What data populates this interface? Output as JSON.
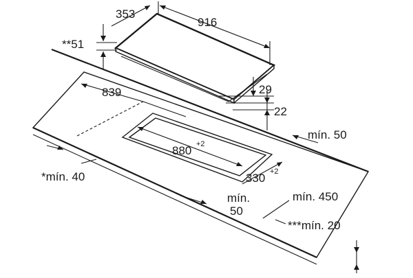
{
  "dimensions": {
    "hob_depth": "353",
    "hob_width": "916",
    "edge_height": "**51",
    "cutout_offset": "839",
    "hob_thickness": "29",
    "gap_height": "22",
    "min_rear": "mín. 50",
    "cutout_width": "880",
    "cutout_width_tol": "+2",
    "cutout_depth": "330",
    "cutout_depth_tol": "+2",
    "min_side": "*mín. 40",
    "min_front_a": "mín.",
    "min_front_b": "50",
    "min_wall": "mín. 450",
    "min_counter": "***mín. 20"
  }
}
